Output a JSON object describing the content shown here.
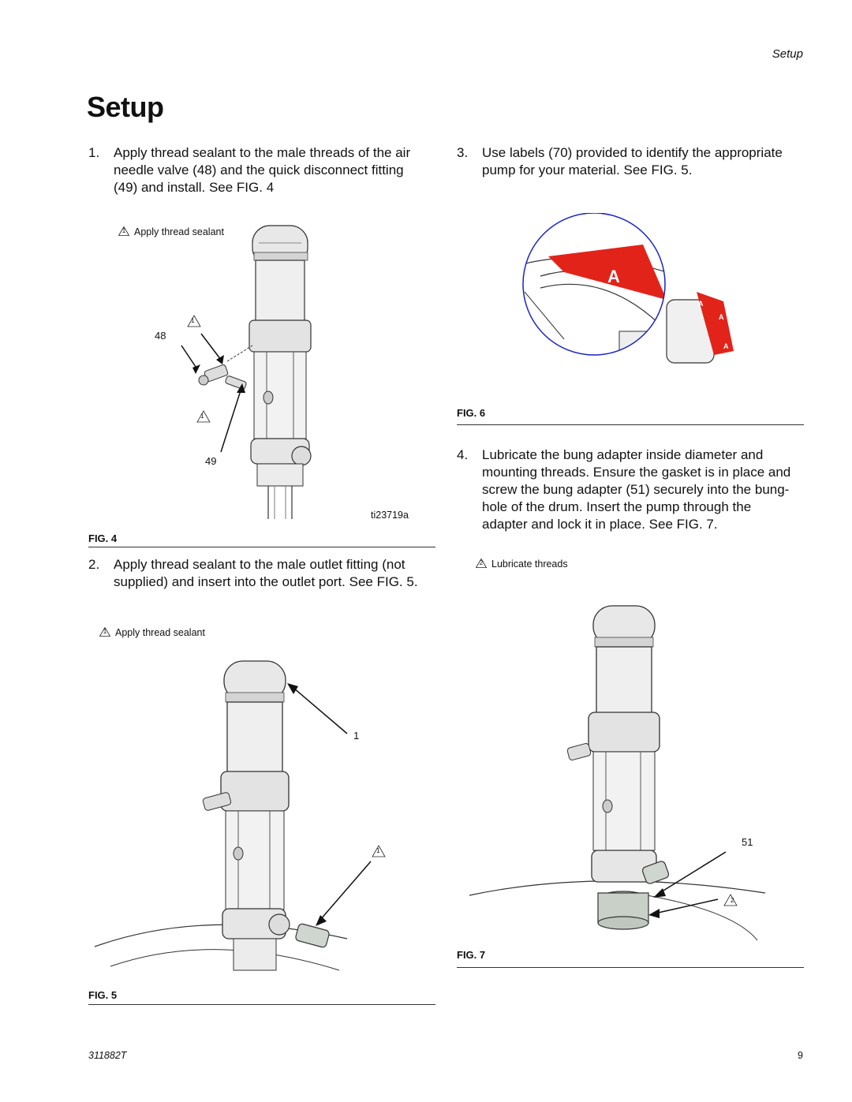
{
  "header": {
    "section": "Setup"
  },
  "page_title": "Setup",
  "steps": [
    {
      "num": "1.",
      "lines": [
        "Apply thread sealant to the male threads of the air",
        "needle valve (48) and the quick disconnect fitting",
        "(49) and install. See FIG. 4"
      ]
    },
    {
      "num": "2.",
      "lines": [
        "Apply thread sealant to the male outlet fitting (not",
        "supplied) and insert into the outlet port. See FIG. 5."
      ]
    },
    {
      "num": "3.",
      "lines": [
        "Use labels (70) provided to identify the appropriate",
        "pump for your material. See FIG. 5."
      ]
    },
    {
      "num": "4.",
      "lines": [
        "Lubricate the bung adapter inside diameter and",
        "mounting threads. Ensure the gasket is in place and",
        "screw the bung adapter (51) securely into the bung-",
        "hole of the drum. Insert the pump through the",
        "adapter and lock it in place. See FIG. 7."
      ]
    }
  ],
  "fig4": {
    "note_num": "1",
    "note": "Apply thread sealant",
    "callouts": [
      "48",
      "49",
      "1",
      "1"
    ],
    "image_id": "ti23719a",
    "label": "FIG. 4"
  },
  "fig5": {
    "note_num": "1",
    "note": "Apply thread sealant",
    "callouts": [
      "1",
      "1"
    ],
    "label": "FIG. 5"
  },
  "fig6": {
    "label": "FIG. 6",
    "label_letter": "A"
  },
  "fig7": {
    "note_num": "2",
    "note": "Lubricate threads",
    "callouts": [
      "51",
      "2"
    ],
    "label": "FIG. 7"
  },
  "footer": {
    "doc_number": "311882T",
    "page_number": "9"
  }
}
